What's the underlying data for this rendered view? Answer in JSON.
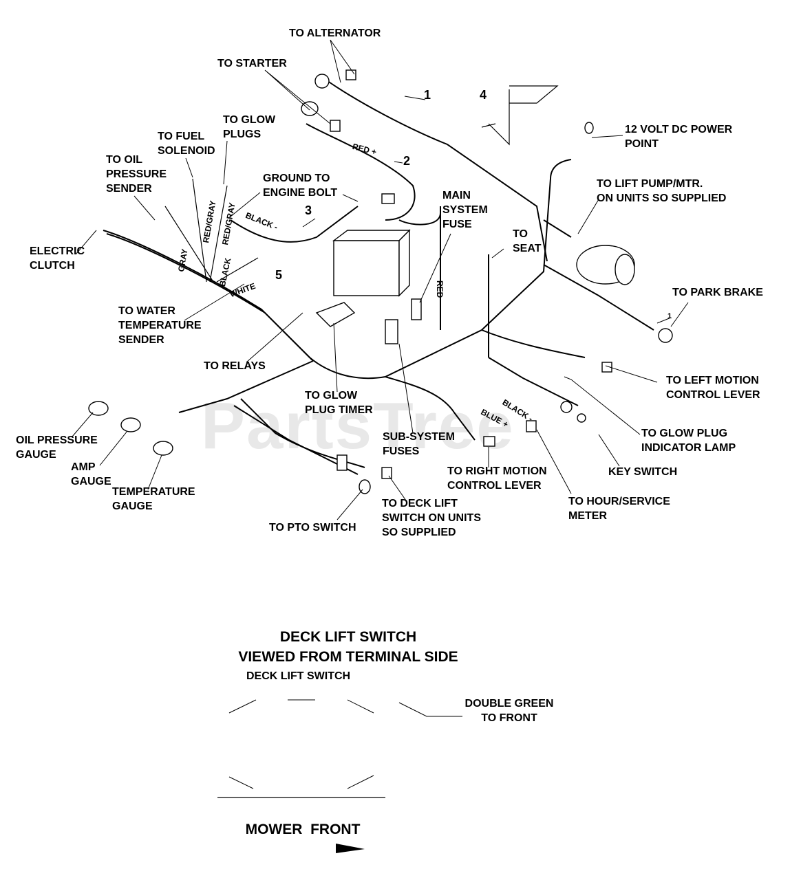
{
  "watermark": "PartsTree",
  "labels": {
    "to_alternator": "TO ALTERNATOR",
    "to_starter": "TO STARTER",
    "to_glow_plugs": "TO GLOW\nPLUGS",
    "to_fuel_solenoid": "TO FUEL\nSOLENOID",
    "to_oil_pressure_sender": "TO OIL\nPRESSURE\nSENDER",
    "ground_to_engine_bolt": "GROUND TO\nENGINE BOLT",
    "main_system_fuse": "MAIN\nSYSTEM\nFUSE",
    "to_seat": "TO\nSEAT",
    "power_point": "12 VOLT DC POWER\nPOINT",
    "to_lift_pump": "TO LIFT PUMP/MTR.\nON UNITS SO SUPPLIED",
    "electric_clutch": "ELECTRIC\nCLUTCH",
    "to_park_brake": "TO PARK BRAKE",
    "to_water_temperature_sender": "TO WATER\nTEMPERATURE\nSENDER",
    "to_relays": "TO RELAYS",
    "to_glow_plug_timer": "TO GLOW\nPLUG TIMER",
    "to_left_motion_control_lever": "TO LEFT MOTION\nCONTROL LEVER",
    "to_glow_plug_indicator_lamp": "TO GLOW PLUG\nINDICATOR LAMP",
    "oil_pressure_gauge": "OIL PRESSURE\nGAUGE",
    "amp_gauge": "AMP\nGAUGE",
    "temperature_gauge": "TEMPERATURE\nGAUGE",
    "sub_system_fuses": "SUB-SYSTEM\nFUSES",
    "to_right_motion_control_lever": "TO RIGHT MOTION\nCONTROL LEVER",
    "key_switch": "KEY SWITCH",
    "to_hour_service_meter": "TO HOUR/SERVICE\nMETER",
    "to_deck_lift_switch": "TO DECK LIFT\nSWITCH ON UNITS\nSO SUPPLIED",
    "to_pto_switch": "TO PTO SWITCH"
  },
  "callouts": [
    "1",
    "2",
    "3",
    "4",
    "5",
    "1"
  ],
  "wire_labels": {
    "red_plus": "RED +",
    "black_minus": "BLACK -",
    "gray": "GRAY",
    "red_gray_1": "RED/GRAY",
    "red_gray_2": "RED/GRAY",
    "black": "BLACK",
    "white": "WHITE",
    "red": "RED",
    "black_minus_2": "BLACK -",
    "blue_plus": "BLUE +"
  },
  "deck_switch": {
    "title": "DECK LIFT SWITCH\nVIEWED FROM TERMINAL SIDE",
    "subtitle": "DECK LIFT SWITCH",
    "note": "DOUBLE GREEN\nTO FRONT",
    "mower_front": "MOWER  FRONT"
  }
}
